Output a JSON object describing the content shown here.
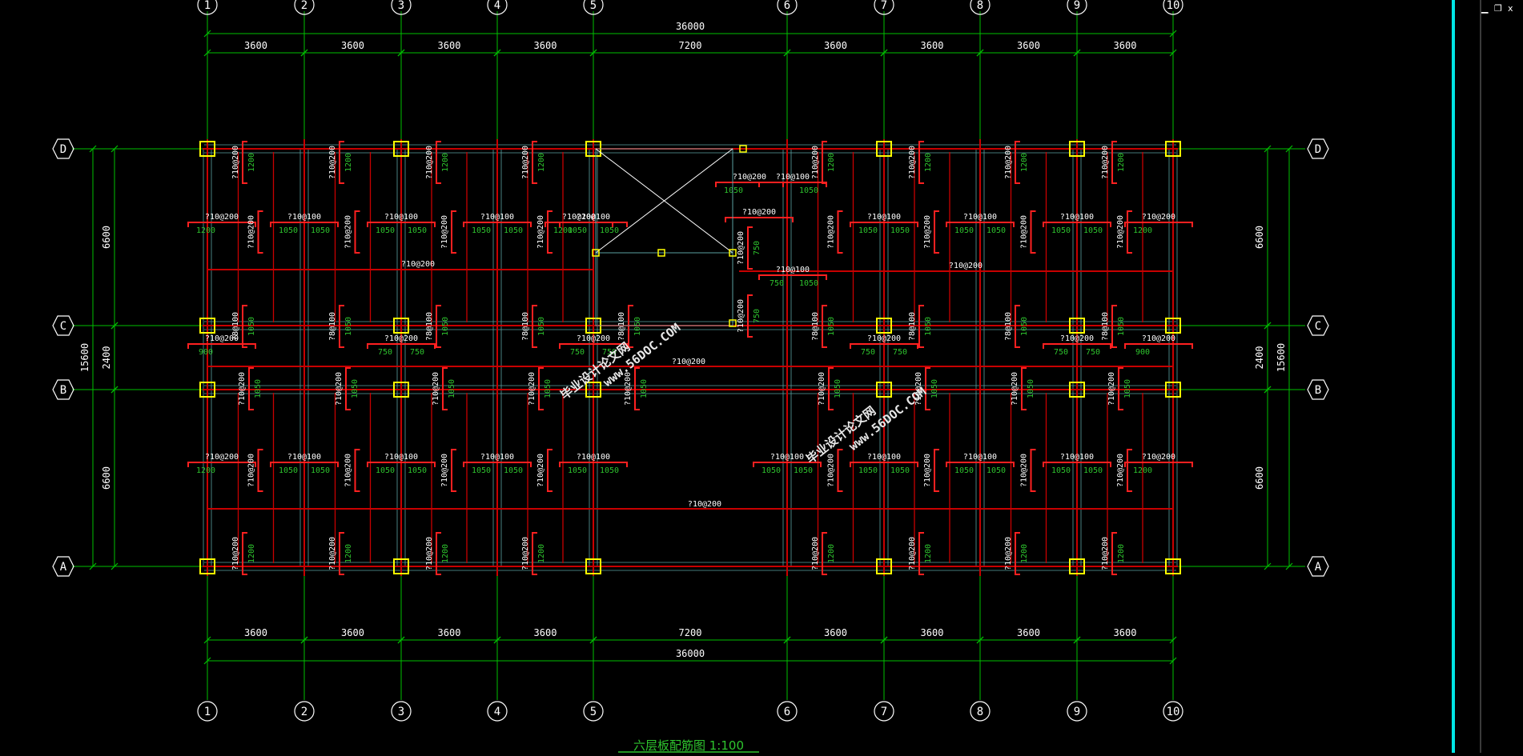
{
  "window": {
    "minimize_icon": "minimize-icon",
    "restore_icon": "restore-icon",
    "close_icon": "close-icon",
    "minimize_glyph": "▁",
    "restore_glyph": "❐",
    "close_glyph": "x"
  },
  "colors": {
    "background": "#000000",
    "axis": "#00c000",
    "beam": "#c80000",
    "rebar": "#ff2020",
    "column": "#ffff00",
    "dimension_text": "#ffffff",
    "rebar_label": "#ffffff",
    "rebar_length": "#2ec42e",
    "slab_edge": "#5aa0a0",
    "watermark": "#e8e8e8",
    "accent_bar": "#00e5e5"
  },
  "drawing": {
    "title": "六层板配筋图 1:100",
    "col_labels": [
      "1",
      "2",
      "3",
      "4",
      "5",
      "6",
      "7",
      "8",
      "9",
      "10"
    ],
    "row_labels": [
      "D",
      "C",
      "B",
      "A"
    ],
    "top_total": "36000",
    "bottom_total": "36000",
    "top_spans": [
      "3600",
      "3600",
      "3600",
      "3600",
      "7200",
      "3600",
      "3600",
      "3600",
      "3600"
    ],
    "bottom_spans": [
      "3600",
      "3600",
      "3600",
      "3600",
      "7200",
      "3600",
      "3600",
      "3600",
      "3600"
    ],
    "left_total": "15600",
    "left_spans": [
      "6600",
      "2400",
      "6600"
    ],
    "right_total": "15600",
    "right_spans": [
      "6600",
      "2400",
      "6600"
    ],
    "long_bar_upper": "?10@200",
    "long_bar_mid": "?10@200",
    "long_bar_lower": "?10@200",
    "long_bar_right_upper": "?10@200",
    "watermark_1": "毕业设计论文网",
    "watermark_1b": "www.56DOC.COM",
    "watermark_2": "毕业设计论文网",
    "watermark_2b": "www.56DOC.COM"
  },
  "rebar_labels": {
    "top_vert": "?10@200",
    "top_vert_len": "1200",
    "bay_mid": "?10@100",
    "bay_edge": "?10@200",
    "len_1050": "1050",
    "len_1200": "1200",
    "len_750": "750",
    "len_900": "900",
    "c_mid": "?10@200",
    "c_side": "?8@100"
  }
}
